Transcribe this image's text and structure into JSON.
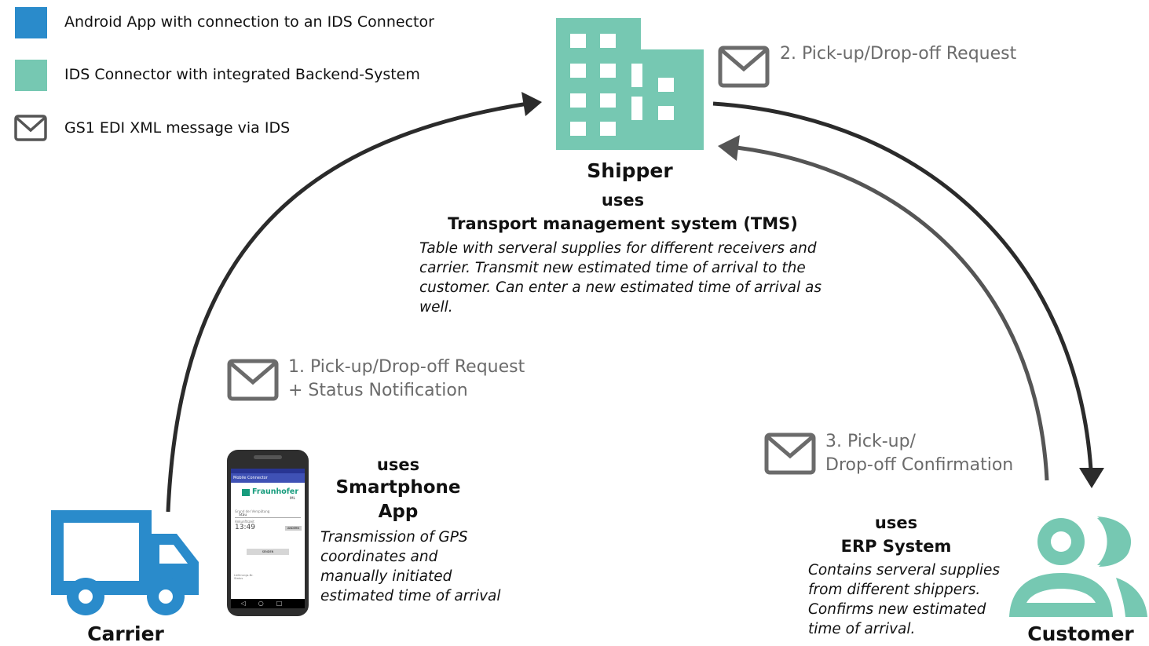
{
  "colors": {
    "android_blue": "#2a8bcb",
    "connector_teal": "#76c8b2",
    "arrow_dark": "#2b2b2b",
    "arrow_grey": "#555555",
    "message_grey": "#6b6b6b"
  },
  "legend": [
    {
      "icon": "blue-square",
      "label": "Android App with connection to an IDS Connector"
    },
    {
      "icon": "teal-square",
      "label": "IDS Connector with integrated Backend-System"
    },
    {
      "icon": "envelope-icon",
      "label": "GS1 EDI XML message via IDS"
    }
  ],
  "shipper": {
    "icon": "building-icon",
    "name": "Shipper",
    "uses": "uses",
    "system": "Transport management system (TMS)",
    "description_lines": [
      "Table with serveral supplies for different receivers and",
      "carrier. Transmit new estimated time of arrival to the",
      "customer. Can enter a new estimated time of arrival as",
      "well."
    ]
  },
  "carrier": {
    "icon": "truck-icon",
    "name": "Carrier",
    "uses": "uses",
    "system_lines": [
      "Smartphone",
      "App"
    ],
    "description_lines": [
      "Transmission of GPS",
      "coordinates and",
      "manually initiated",
      "estimated time of arrival"
    ],
    "phone": {
      "app_title": "Mobile Connector",
      "logo_text": "Fraunhofer",
      "logo_sub": "IML",
      "field1_label": "Grund der Verspätung",
      "field1_value": "Stau",
      "field2_label": "Ankunftszeit",
      "time_value": "13:49",
      "set_button": "ANDERN",
      "send_button": "SENDEN",
      "footer1": "Lieferungs-Nr.",
      "footer2": "Status"
    }
  },
  "customer": {
    "icon": "users-icon",
    "name": "Customer",
    "uses": "uses",
    "system": "ERP System",
    "description_lines": [
      "Contains serveral supplies",
      "from different shippers.",
      "Confirms new estimated",
      "time of arrival."
    ]
  },
  "messages": {
    "msg1": {
      "lines": [
        "1. Pick-up/Drop-off Request",
        "+ Status Notification"
      ]
    },
    "msg2": {
      "lines": [
        "2. Pick-up/Drop-off Request"
      ]
    },
    "msg3": {
      "lines": [
        "3. Pick-up/",
        "Drop-off Confirmation"
      ]
    }
  }
}
